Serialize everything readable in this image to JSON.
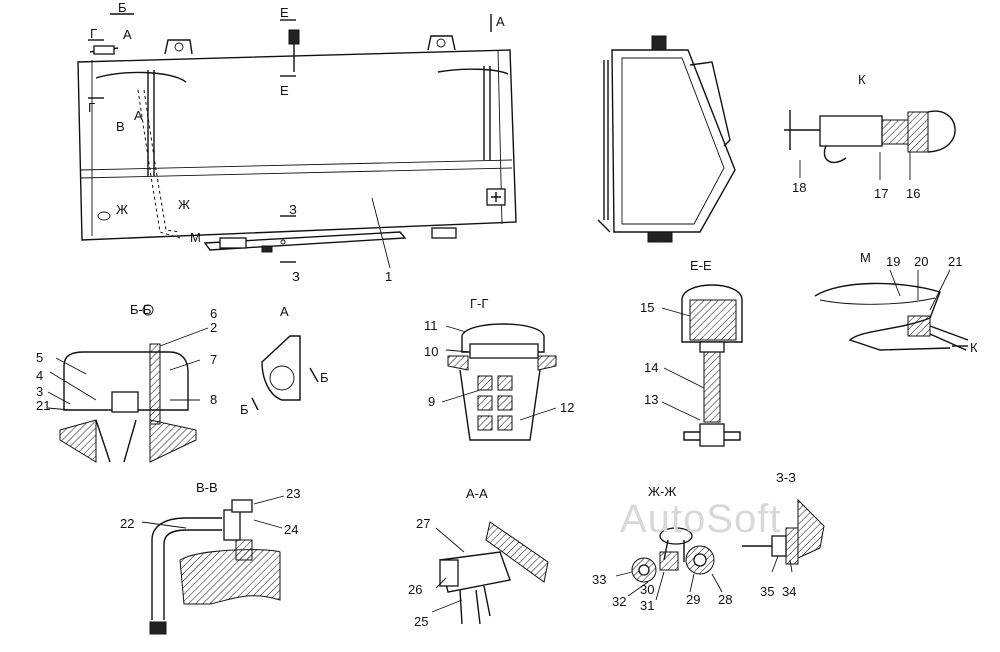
{
  "watermark": "AutoSoft",
  "section_marks": {
    "B_top": "Б",
    "G1": "Г",
    "A1": "А",
    "E1": "Е",
    "A_top": "А",
    "G2": "Г",
    "E2": "Е",
    "V": "В",
    "A2": "А",
    "ZH1": "Ж",
    "ZH2": "Ж",
    "Z1": "З",
    "M": "М",
    "Z2": "З",
    "B_small": "Б",
    "B_small2": "Б"
  },
  "view_titles": {
    "b_b": "Б-Б",
    "a": "А",
    "g_g": "Г-Г",
    "e_e": "Е-Е",
    "k": "К",
    "m": "М",
    "k_arrow": "К",
    "v_v": "В-В",
    "a_a": "А-А",
    "zh_zh": "Ж-Ж",
    "z_z": "З-З"
  },
  "callouts": {
    "n1": "1",
    "n2": "2",
    "n3": "3",
    "n4": "4",
    "n5": "5",
    "n6": "6",
    "n7": "7",
    "n8": "8",
    "n9": "9",
    "n10": "10",
    "n11": "11",
    "n12": "12",
    "n13": "13",
    "n14": "14",
    "n15": "15",
    "n16": "16",
    "n17": "17",
    "n18": "18",
    "n19": "19",
    "n20": "20",
    "n21": "21",
    "n22": "22",
    "n23": "23",
    "n24": "24",
    "n25": "25",
    "n26": "26",
    "n27": "27",
    "n28": "28",
    "n29": "29",
    "n30": "30",
    "n31": "31",
    "n32": "32",
    "n33": "33",
    "n34": "34",
    "n35": "35",
    "n21b": "21",
    "n3b": "3"
  }
}
